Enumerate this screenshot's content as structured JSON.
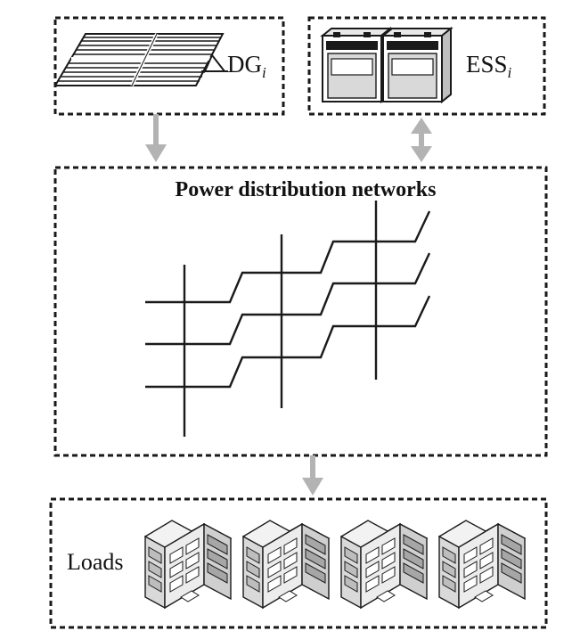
{
  "dg": {
    "base": "DG",
    "sub": "i"
  },
  "ess": {
    "base": "ESS",
    "sub": "i"
  },
  "network": {
    "title": "Power distribution networks"
  },
  "loads": {
    "label": "Loads"
  },
  "colors": {
    "frame": "#1a1a1a",
    "arrow": "#b3b3b3",
    "grid_line": "#1a1a1a",
    "building_fill": "#e6e6e6"
  },
  "icons": {
    "dg": "solar-panel-icon",
    "ess": "battery-icon",
    "loads": "building-icon"
  }
}
